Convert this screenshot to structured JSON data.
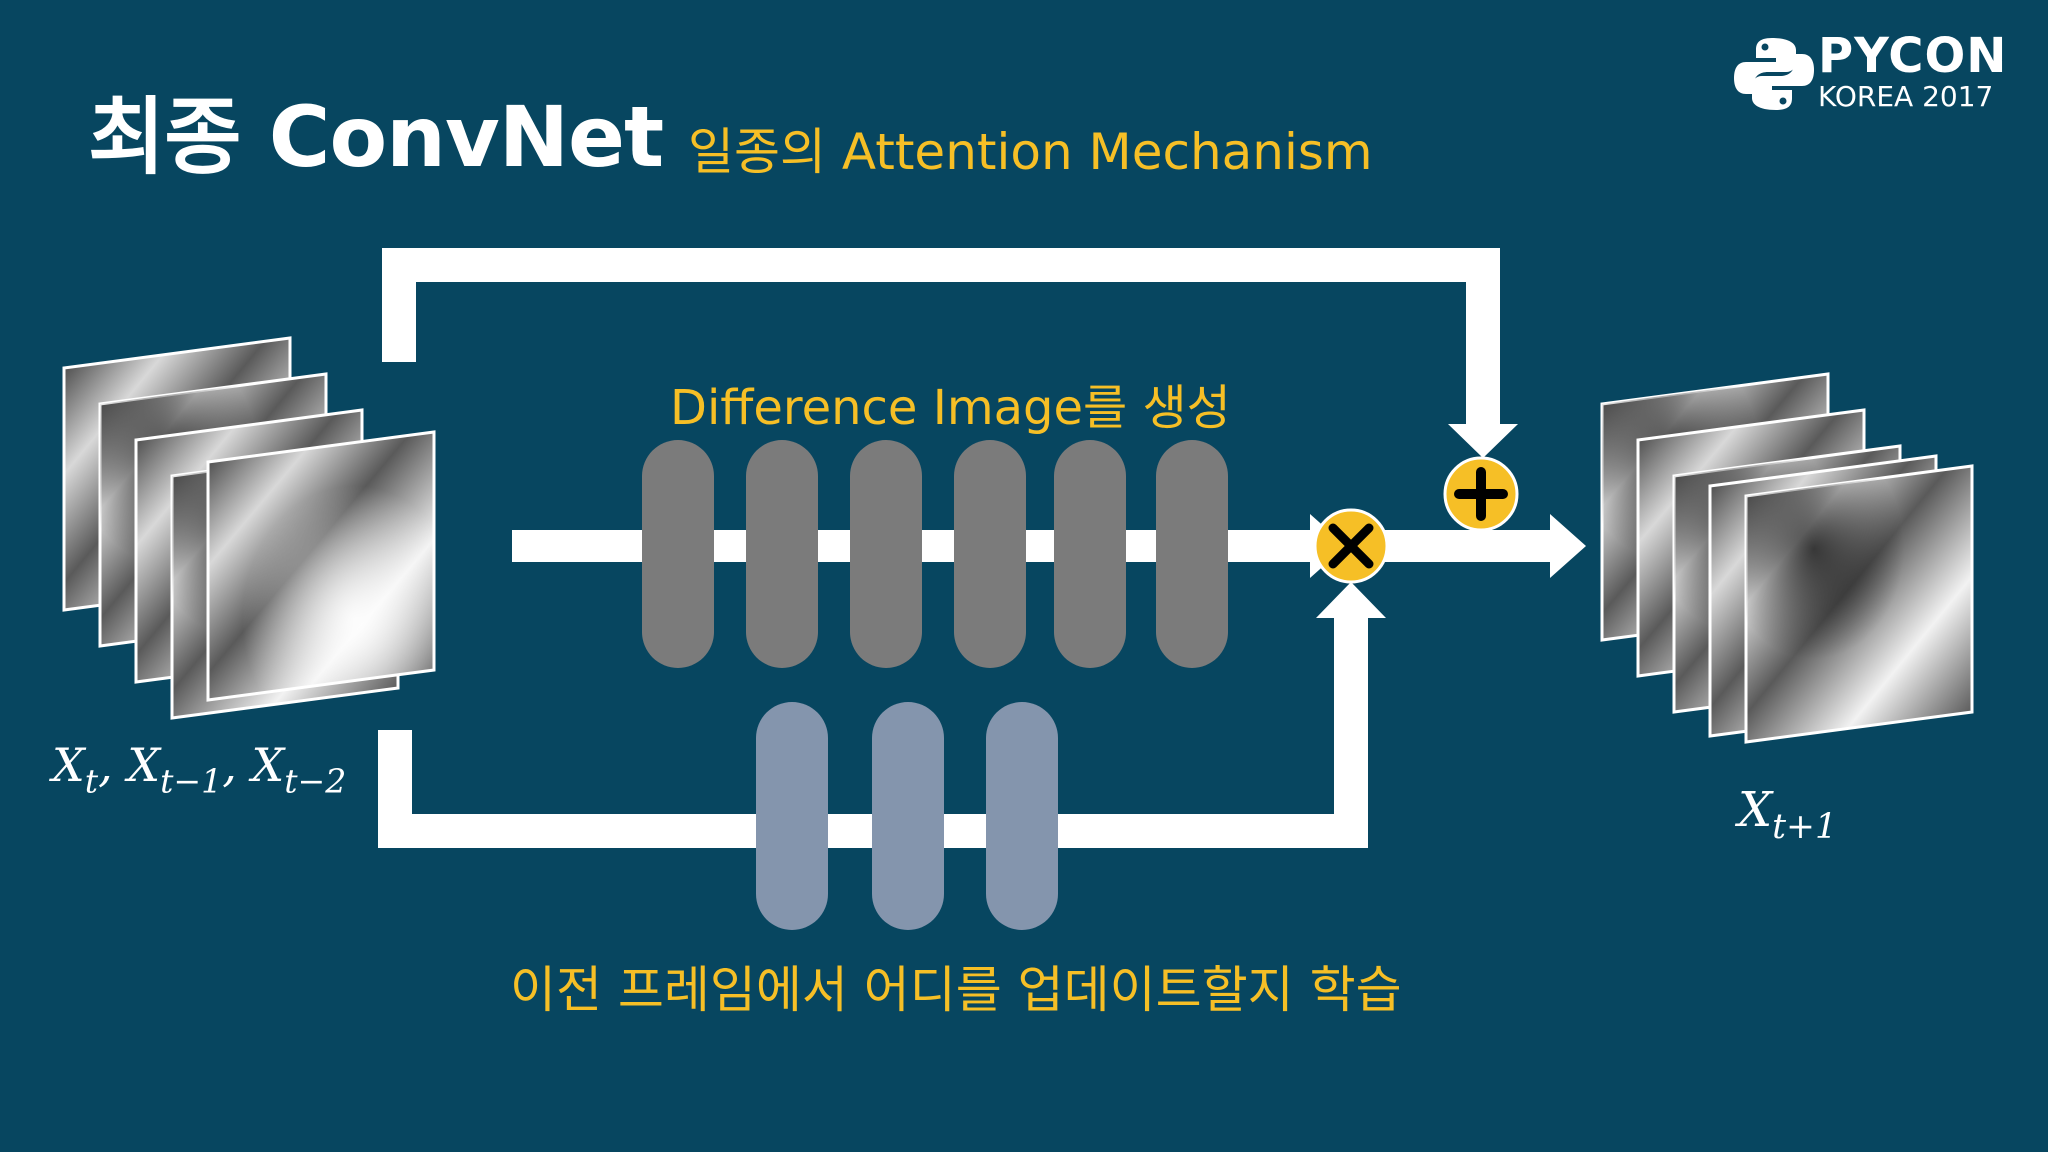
{
  "slide": {
    "title": "최종 ConvNet",
    "subtitle": "일종의 Attention Mechanism"
  },
  "logo": {
    "name": "PYCON",
    "sub": "KOREA 2017"
  },
  "labels": {
    "top": "Difference Image를 생성",
    "bottom": "이전 프레임에서 어디를 업데이트할지 학습"
  },
  "math": {
    "input": {
      "parts": [
        {
          "base": "X",
          "sub": "t"
        },
        {
          "base": "X",
          "sub": "t−1"
        },
        {
          "base": "X",
          "sub": "t−2"
        }
      ],
      "sep": ", "
    },
    "output": {
      "base": "X",
      "sub": "t+1"
    }
  },
  "ops": {
    "multiply": "×",
    "add": "+"
  },
  "colors": {
    "background": "#074660",
    "accent": "#f6bf26",
    "conv_top": "#7b7b7b",
    "conv_bottom": "#8495ad",
    "line": "#ffffff"
  },
  "diagram": {
    "top_conv_layers": 6,
    "bottom_conv_layers": 3
  }
}
